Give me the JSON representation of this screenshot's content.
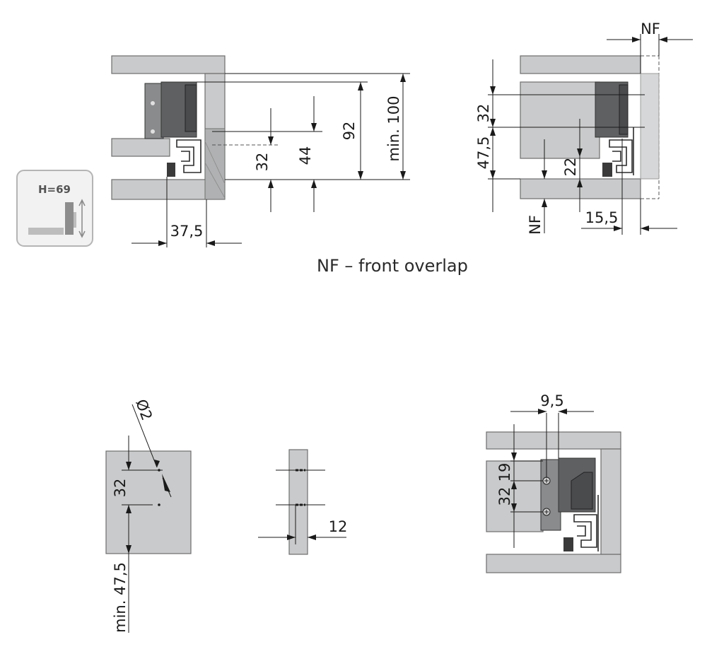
{
  "badge": {
    "label": "H=69"
  },
  "view1": {
    "dims": {
      "d37_5": "37,5",
      "d32": "32",
      "d44": "44",
      "d92": "92",
      "dmin100": "min. 100"
    }
  },
  "view2": {
    "dims": {
      "dNF_top": "NF",
      "d32": "32",
      "d47_5": "47,5",
      "d22": "22",
      "dNF_side": "NF",
      "d15_5": "15,5"
    }
  },
  "caption": {
    "text": "NF –  front overlap"
  },
  "view3": {
    "dims": {
      "dphi2": "Ø2",
      "d32": "32",
      "dmin47_5": "min. 47,5"
    }
  },
  "view4": {
    "dims": {
      "d12": "12"
    }
  },
  "view5": {
    "dims": {
      "d9_5": "9,5",
      "d19": "19",
      "d32": "32"
    }
  },
  "colors": {
    "panel": "#c9cacb",
    "hardware": "#5f6062",
    "line": "#1a1a1a"
  }
}
